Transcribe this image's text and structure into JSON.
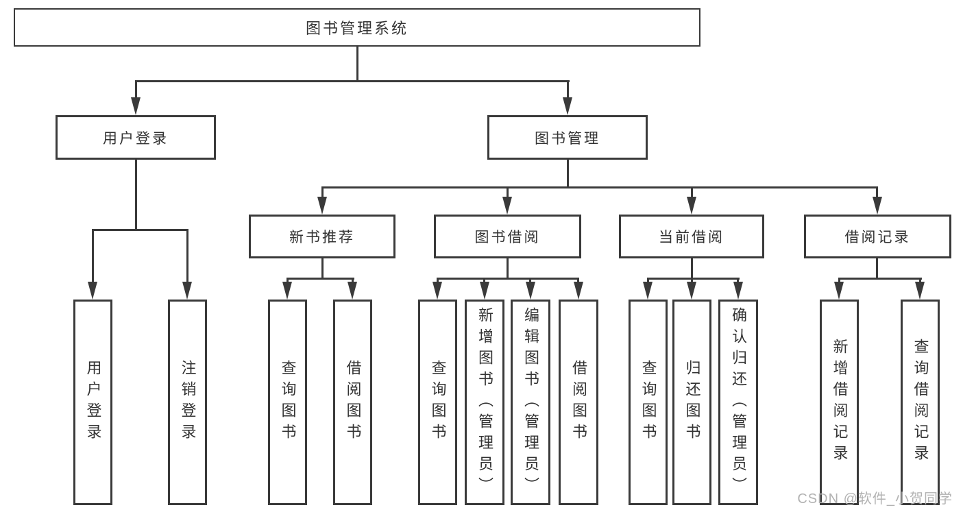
{
  "diagram": {
    "type": "hierarchy",
    "root": {
      "label": "图书管理系统",
      "children": [
        {
          "label": "用户登录",
          "children": [
            {
              "label": "用户登录"
            },
            {
              "label": "注销登录"
            }
          ]
        },
        {
          "label": "图书管理",
          "children": [
            {
              "label": "新书推荐",
              "children": [
                {
                  "label": "查询图书"
                },
                {
                  "label": "借阅图书"
                }
              ]
            },
            {
              "label": "图书借阅",
              "children": [
                {
                  "label": "查询图书"
                },
                {
                  "label": "新增图书（管理员）"
                },
                {
                  "label": "编辑图书（管理员）"
                },
                {
                  "label": "借阅图书"
                }
              ]
            },
            {
              "label": "当前借阅",
              "children": [
                {
                  "label": "查询图书"
                },
                {
                  "label": "归还图书"
                },
                {
                  "label": "确认归还（管理员）"
                }
              ]
            },
            {
              "label": "借阅记录",
              "children": [
                {
                  "label": "新增借阅记录"
                },
                {
                  "label": "查询借阅记录"
                }
              ]
            }
          ]
        }
      ]
    }
  },
  "watermark": "CSDN @软件_小贺同学",
  "colors": {
    "line": "#3a3a3a",
    "text": "#333333",
    "watermark": "#b2b2b2",
    "background": "#ffffff"
  }
}
